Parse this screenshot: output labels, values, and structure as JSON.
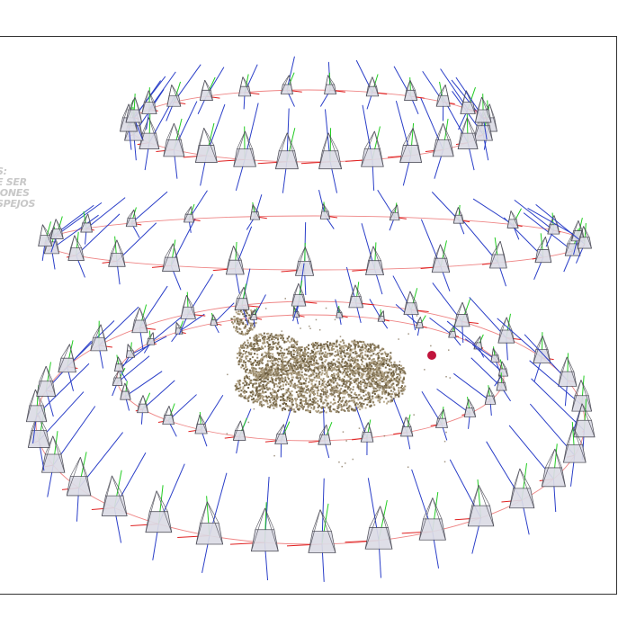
{
  "side_notes": [
    "S:",
    "E SER",
    "",
    "IONES",
    "SPEJOS",
    ")"
  ],
  "colors": {
    "background": "#ffffff",
    "frame": "#333333",
    "camera_face": "#dcdce6",
    "camera_edge": "#4a4a55",
    "axis_x": "#e02020",
    "axis_y": "#22cc22",
    "axis_z": "#2a3ec8",
    "point_cloud": "#7a6a4e",
    "marker": "#c0143c"
  }
}
